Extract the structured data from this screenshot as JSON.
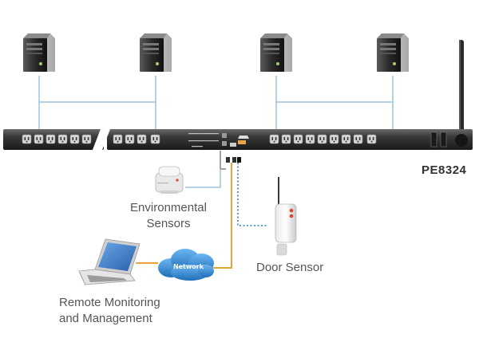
{
  "device_model": "PE8324",
  "labels": {
    "environmental_sensors": [
      "Environmental",
      "Sensors"
    ],
    "door_sensor": "Door Sensor",
    "remote": [
      "Remote Monitoring",
      "and Management"
    ],
    "network": "Network"
  },
  "icons": [
    "server-tower-icon",
    "environmental-sensor-icon",
    "door-sensor-icon",
    "laptop-icon",
    "network-cloud-icon",
    "pdu-strip-icon"
  ],
  "colors": {
    "pdu_body": "#3a3a3a",
    "pdu_accent": "#1d1d1d",
    "link_line": "#9ec3dc",
    "network_line": "#e8a33a",
    "dotted_line": "#4a8fc4",
    "cloud": "#3b8ed6",
    "label_text": "#555555"
  }
}
